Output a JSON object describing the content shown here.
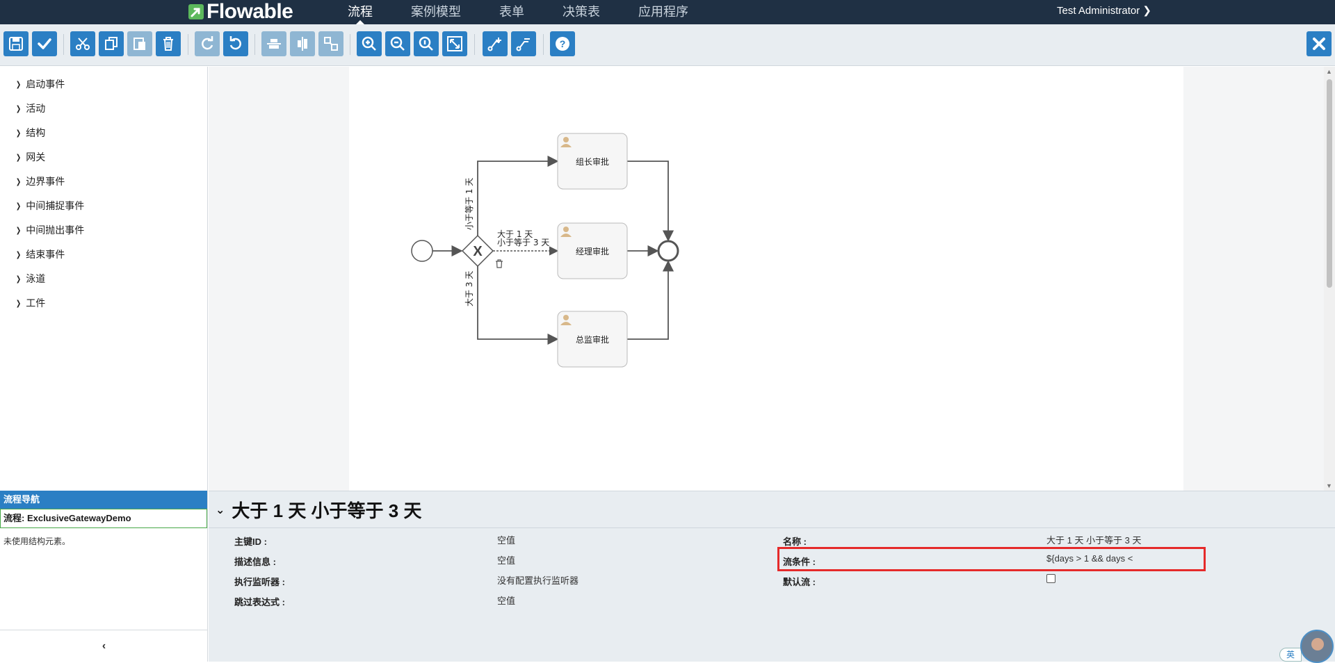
{
  "app": {
    "logo_text": "Flowable",
    "nav": [
      "流程",
      "案例模型",
      "表单",
      "决策表",
      "应用程序"
    ],
    "user": "Test Administrator ❯"
  },
  "toolbar": {
    "icons": [
      "save-icon",
      "validate-check-icon",
      "cut-icon",
      "copy-icon",
      "paste-icon",
      "delete-icon",
      "redo-icon",
      "undo-icon",
      "align-horizontal-icon",
      "align-vertical-icon",
      "same-size-icon",
      "zoom-in-icon",
      "zoom-out-icon",
      "zoom-actual-icon",
      "zoom-fit-icon",
      "bend-point-add-icon",
      "bend-point-remove-icon",
      "help-icon",
      "close-icon"
    ]
  },
  "palette": {
    "items": [
      "启动事件",
      "活动",
      "结构",
      "网关",
      "边界事件",
      "中间捕捉事件",
      "中间抛出事件",
      "结束事件",
      "泳道",
      "工件"
    ]
  },
  "diagram": {
    "tasks": [
      "组长审批",
      "经理审批",
      "总监审批"
    ],
    "flow_labels": {
      "top": "小于等于 1 天",
      "middle_line1": "大于 1 天",
      "middle_line2": "小于等于 3 天",
      "bottom": "大于 3 天"
    },
    "gateway_symbol": "X"
  },
  "navigator": {
    "title": "流程导航",
    "root": "流程: ExclusiveGatewayDemo",
    "empty_text": "未使用结构元素。",
    "collapse_symbol": "‹"
  },
  "properties": {
    "title": "大于 1 天 小于等于 3 天",
    "left": [
      {
        "label": "主键ID :",
        "value": "空值"
      },
      {
        "label": "描述信息 :",
        "value": "空值"
      },
      {
        "label": "执行监听器 :",
        "value": "没有配置执行监听器"
      },
      {
        "label": "跳过表达式 :",
        "value": "空值"
      }
    ],
    "right": [
      {
        "label": "名称 :",
        "value": "大于 1 天 小于等于 3 天"
      },
      {
        "label": "流条件 :",
        "value": "${days > 1 && days <"
      },
      {
        "label": "默认流 :",
        "value": ""
      }
    ],
    "default_flow_checked": false
  },
  "ime": "英",
  "colors": {
    "topbar": "#1f3044",
    "toolbar_button": "#2b7fc4",
    "toolbar_button_disabled": "#8fb6d3",
    "highlight_border": "#e52a2a",
    "task_fill": "#f6f6f6",
    "navigator_root_border": "#47a847"
  }
}
